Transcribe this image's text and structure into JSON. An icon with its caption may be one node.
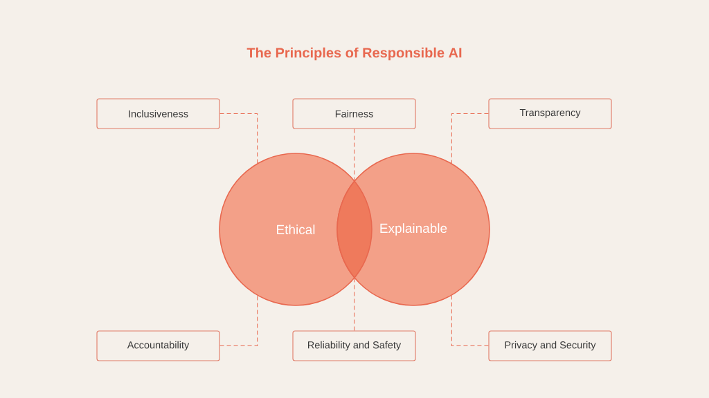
{
  "diagram": {
    "title": "The Principles of Responsible AI",
    "nodes": [
      {
        "text": [
          "Inclusiveness"
        ]
      },
      {
        "text": [
          "Fairness"
        ]
      },
      {
        "text": [
          "Transparency"
        ]
      },
      {
        "text": [
          "Ethical"
        ]
      },
      {
        "text": [
          "Explainable"
        ]
      },
      {
        "text": [
          "Accountability"
        ]
      },
      {
        "text": [
          "Reliability and Safety"
        ]
      },
      {
        "text": [
          "Privacy and Security"
        ]
      }
    ],
    "edges": [
      {
        "from": 0,
        "to": 3,
        "arrow": "none",
        "style": "dashed"
      },
      {
        "from": 1,
        "to": 3,
        "arrow": "none",
        "style": "dashed"
      },
      {
        "from": 2,
        "to": 4,
        "arrow": "none",
        "style": "dashed"
      },
      {
        "from": 5,
        "to": 3,
        "arrow": "none",
        "style": "dashed"
      },
      {
        "from": 6,
        "to": 3,
        "arrow": "none",
        "style": "dashed"
      },
      {
        "from": 7,
        "to": 4,
        "arrow": "none",
        "style": "dashed"
      }
    ]
  }
}
